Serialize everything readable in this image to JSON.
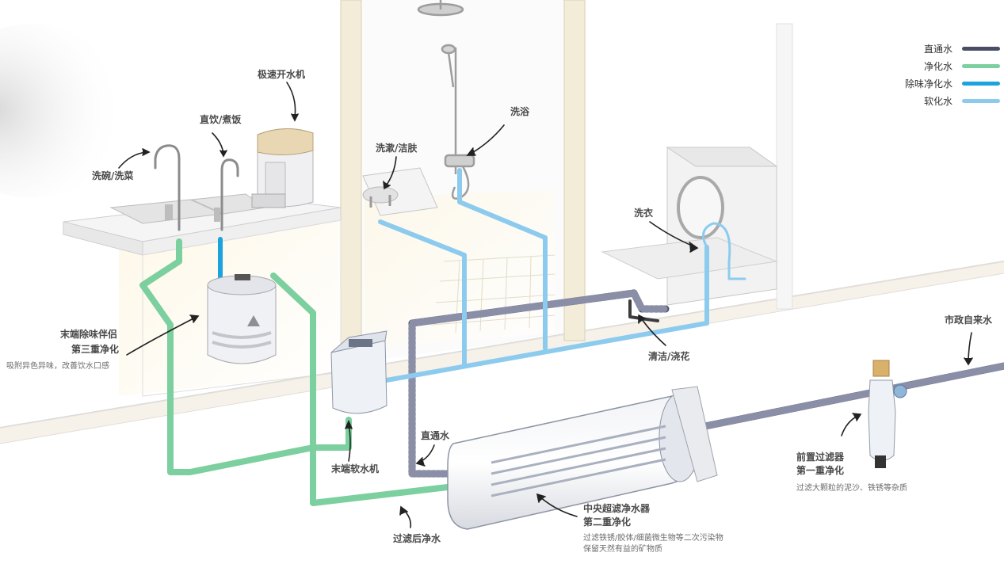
{
  "colors": {
    "direct": "#4a4d66",
    "purified": "#7ccf9e",
    "deodorized": "#1aa3dc",
    "softened": "#8ccbee"
  },
  "legend": [
    {
      "label": "直通水",
      "color": "#4a4d66"
    },
    {
      "label": "净化水",
      "color": "#7ccf9e"
    },
    {
      "label": "除味净化水",
      "color": "#1aa3dc"
    },
    {
      "label": "软化水",
      "color": "#8ccbee"
    }
  ],
  "labels": {
    "dishwash": "洗碗/洗菜",
    "drink_cook": "直饮/煮饭",
    "water_boiler": "极速开水机",
    "rinse_skin": "洗漱/洁肤",
    "shower": "洗浴",
    "laundry": "洗衣",
    "clean_water_plants": "清洁/浇花",
    "municipal_water": "市政自来水",
    "direct_water": "直通水",
    "filtered_water": "过滤后净水",
    "softener": "末端软水机"
  },
  "stages": {
    "third": {
      "title": "末端除味伴侣",
      "subtitle": "第三重净化",
      "desc": "吸附异色异味，改善饮水口感"
    },
    "second": {
      "title": "中央超滤净水器",
      "subtitle": "第二重净化",
      "desc1": "过滤铁锈/胶体/细菌微生物等二次污染物",
      "desc2": "保留天然有益的矿物质"
    },
    "first": {
      "title": "前置过滤器",
      "subtitle": "第一重净化",
      "desc": "过滤大颗粒的泥沙、铁锈等杂质"
    }
  }
}
